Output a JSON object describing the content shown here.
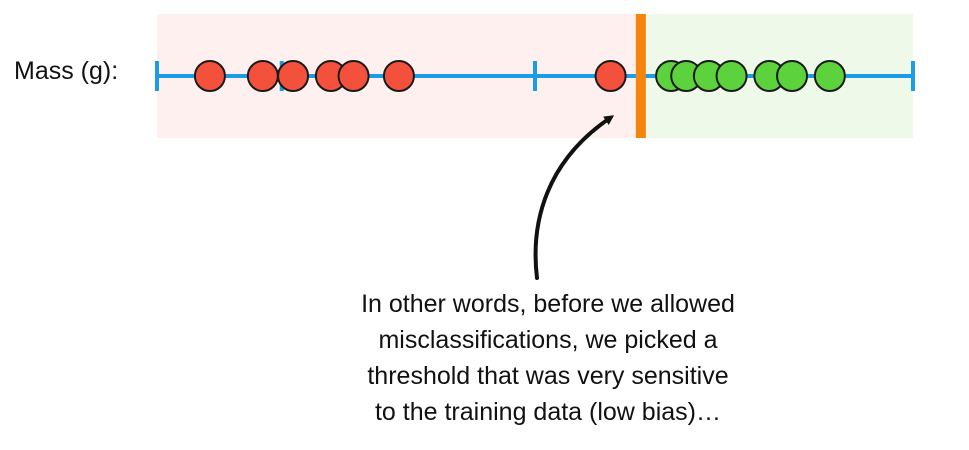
{
  "axis": {
    "label": "Mass (g):"
  },
  "caption": {
    "lines": [
      "In other words, before we allowed",
      "misclassifications, we picked a",
      "threshold that was very sensitive",
      "to the training data (low bias)…"
    ]
  },
  "colors": {
    "red_region": "#fdf0ee",
    "green_region": "#eef9ea",
    "axis_line": "#1a9ce6",
    "threshold": "#f5840c",
    "red_point": "#f4513c",
    "green_point": "#5cd33c",
    "point_stroke": "#1a1a1a",
    "arrow": "#111111"
  },
  "diagram": {
    "axis_min": 0,
    "axis_max": 10,
    "ticks": [
      0,
      1.65,
      5,
      10
    ],
    "threshold": 6.4,
    "red_points": [
      0.7,
      1.4,
      1.8,
      2.3,
      2.6,
      3.2,
      6.0
    ],
    "green_points": [
      6.8,
      7.0,
      7.3,
      7.6,
      8.1,
      8.4,
      8.9
    ]
  }
}
